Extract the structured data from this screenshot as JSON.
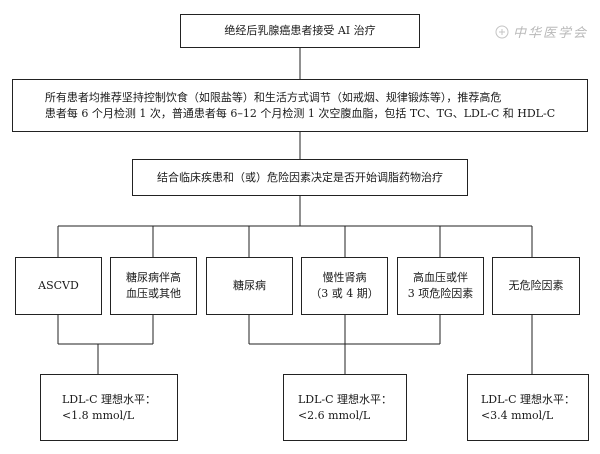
{
  "flowchart": {
    "top_node": "绝经后乳腺癌患者接受 AI 治疗",
    "advice_node": "所有患者均推荐坚持控制饮食（如限盐等）和生活方式调节（如戒烟、规律锻炼等），推荐高危\n患者每 6 个月检测 1 次，普通患者每 6–12 个月检测 1 次空腹血脂，包括 TC、TG、LDL-C 和 HDL-C",
    "decision_node": "结合临床疾患和（或）危险因素决定是否开始调脂药物治疗",
    "categories": [
      "ASCVD",
      "糖尿病伴高\n血压或其他",
      "糖尿病",
      "慢性肾病\n（3 或 4 期）",
      "高血压或伴\n3 项危险因素",
      "无危险因素"
    ],
    "targets": [
      "LDL-C 理想水平：\n<1.8 mmol/L",
      "LDL-C 理想水平：\n<2.6 mmol/L",
      "LDL-C 理想水平：\n<3.4 mmol/L"
    ]
  },
  "watermark": {
    "text": "中华医学会",
    "icon": "logo-seal-icon"
  }
}
